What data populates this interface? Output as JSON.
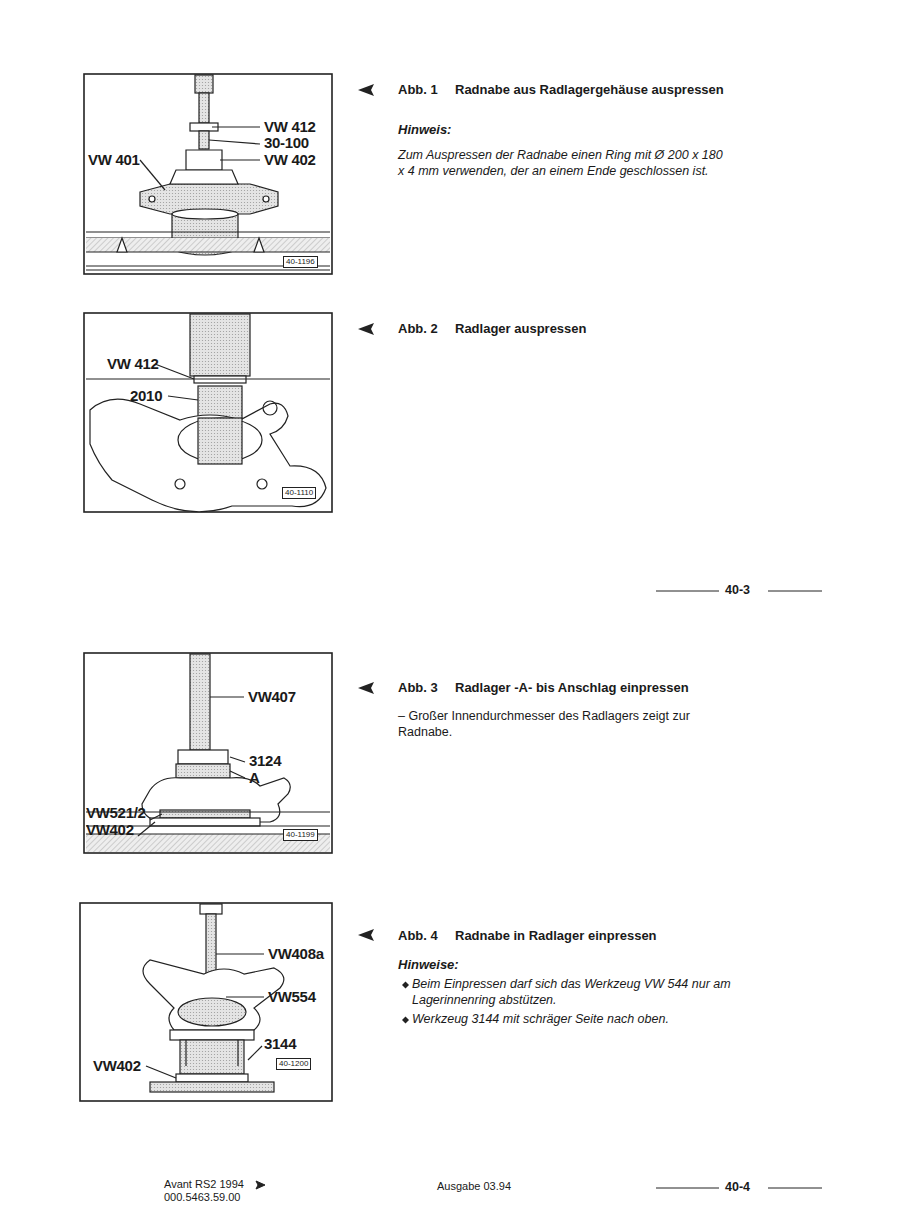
{
  "diagram": {
    "labels": [
      "VW 412",
      "30-100",
      "VW 401",
      "VW 402",
      "40-1196",
      "Abb. 1",
      "Radnabe aus Radlagergehäuse auspressen",
      "Hinweis:",
      "Zum Auspressen der Radnabe einen Ring mit Ø 200 x 180 x 4 mm verwenden, der an einem Ende geschlossen ist.",
      "VW 412",
      "2010",
      "40-1110",
      "Abb. 2",
      "Radlager auspressen",
      "40-3",
      "VW407",
      "3124",
      "A",
      "VW521/2",
      "VW402",
      "40-1199",
      "Abb. 3",
      "Radlager -A- bis Anschlag einpressen",
      "– Großer Innendurchmesser des Radlagers zeigt zur Radnabe.",
      "VW408a",
      "VW554",
      "3144",
      "VW402",
      "40-1200",
      "Abb. 4",
      "Radnabe in Radlager einpressen",
      "Hinweise:",
      "Beim Einpressen darf sich das Werkzeug VW 544 nur am Lagerinnenring abstützen.",
      "Werkzeug 3144 mit schräger Seite nach oben.",
      "Avant RS2 1994",
      "000.5463.59.00",
      "Ausgabe 03.94",
      "40-4"
    ]
  }
}
